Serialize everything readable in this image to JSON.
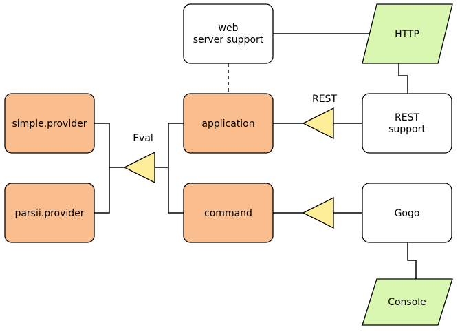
{
  "colors": {
    "component_fill": "#F9BD8E",
    "service_fill": "#FFFFFF",
    "io_fill": "#D9F7B0",
    "interface_fill": "#FFEE99",
    "stroke": "#000000"
  },
  "nodes": {
    "web_server_support": {
      "line1": "web",
      "line2": "server support"
    },
    "http": {
      "label": "HTTP"
    },
    "simple_provider": {
      "label": "simple.provider"
    },
    "application": {
      "label": "application"
    },
    "rest_support": {
      "line1": "REST",
      "line2": "support"
    },
    "parsii_provider": {
      "label": "parsii.provider"
    },
    "command": {
      "label": "command"
    },
    "gogo": {
      "label": "Gogo"
    },
    "console": {
      "label": "Console"
    }
  },
  "interfaces": {
    "eval": {
      "label": "Eval"
    },
    "rest": {
      "label": "REST"
    },
    "gogo_iface": {
      "label": ""
    }
  }
}
